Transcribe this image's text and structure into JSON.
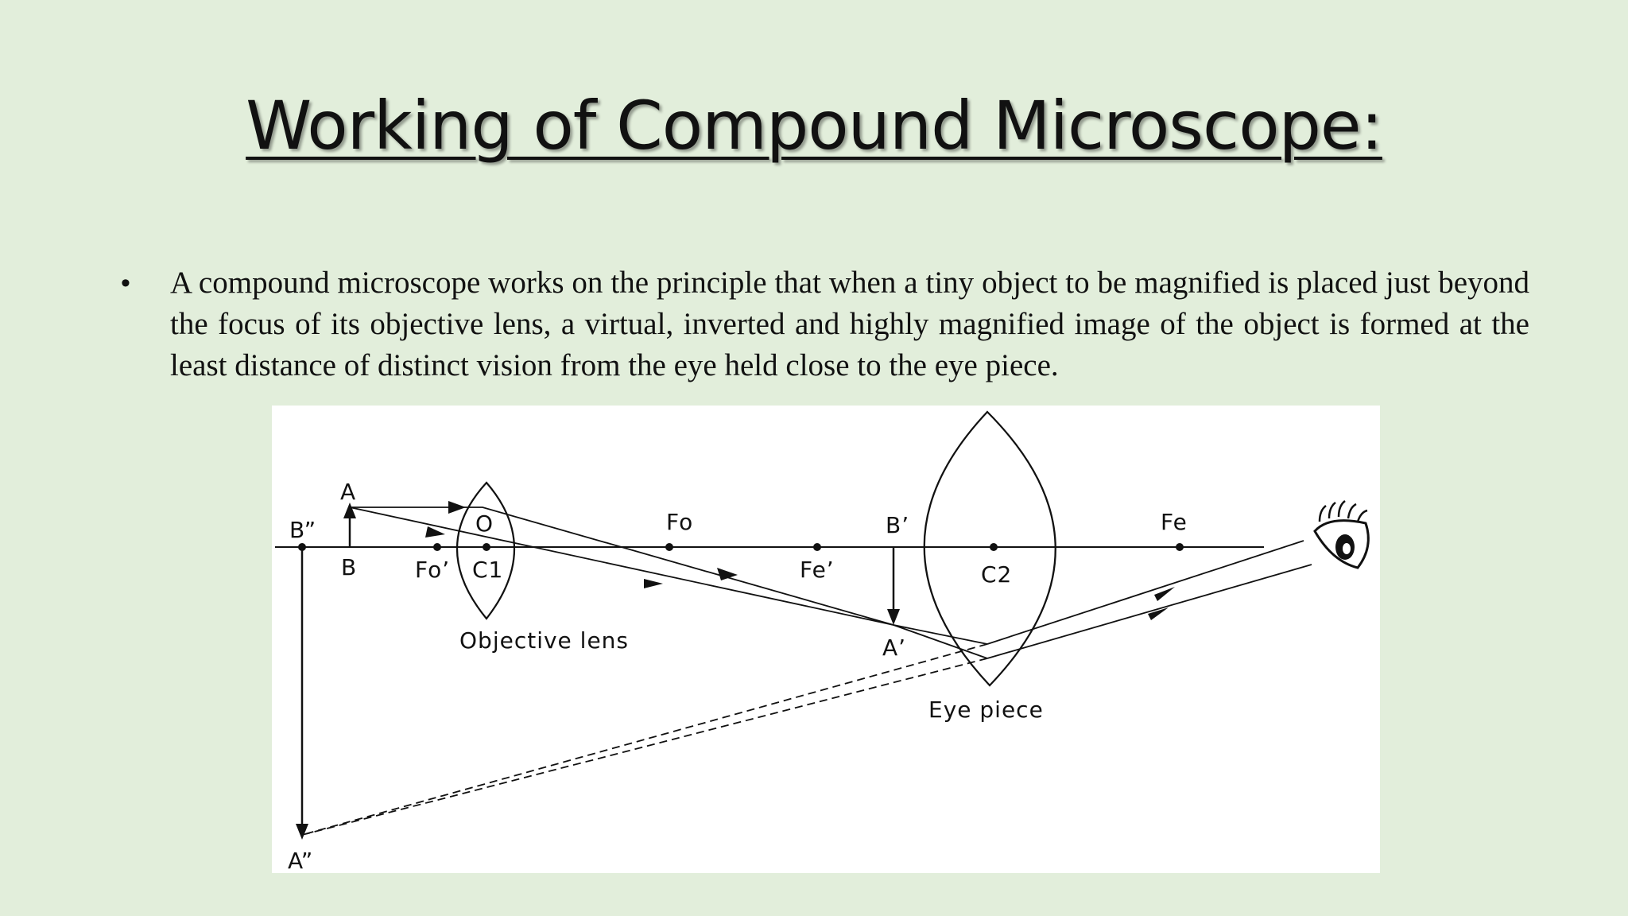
{
  "colors": {
    "background": "#e2eedb",
    "text": "#111111",
    "figure_background": "#ffffff"
  },
  "title": "Working of Compound Microscope:",
  "bullets": [
    "A compound microscope works on the principle that when a tiny object to be magnified is placed just beyond the focus of its objective lens, a virtual, inverted and highly magnified image of the object is formed at the least distance of distinct vision from the eye held close to the eye piece."
  ],
  "bullet_symbol": "•",
  "diagram": {
    "labels": {
      "object_top": "A",
      "object_base": "B",
      "objective_focus_left": "Fo’",
      "objective_optical_center_point": "O",
      "objective_center": "C1",
      "objective_focus_right": "Fo",
      "eyepiece_focus_left": "Fe’",
      "intermediate_image_base": "B’",
      "intermediate_image_top": "A’",
      "eyepiece_center": "C2",
      "eyepiece_focus_right": "Fe",
      "final_image_base": "B”",
      "final_image_top": "A”",
      "objective_lens_caption": "Objective lens",
      "eye_piece_caption": "Eye piece"
    },
    "icons": {
      "eye": "eye-icon"
    }
  }
}
